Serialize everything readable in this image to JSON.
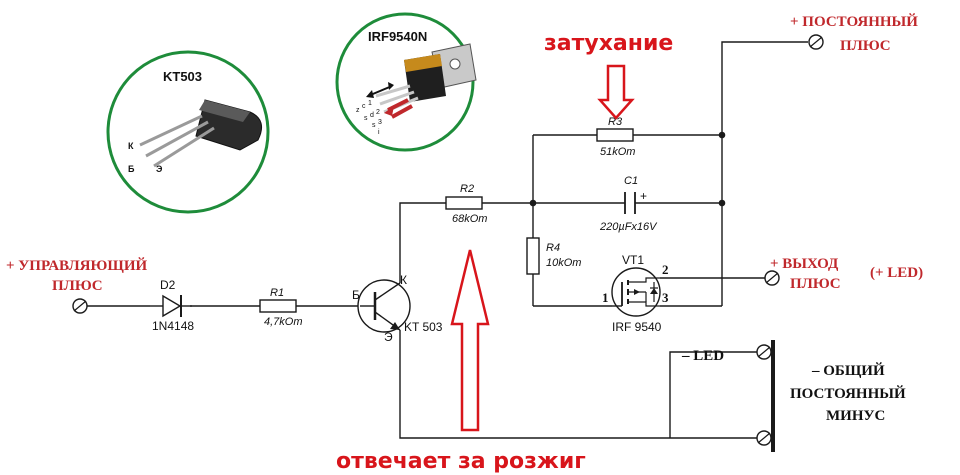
{
  "colors": {
    "wire": "#1a1a1a",
    "label_red": "#c0282c",
    "note_red": "#d8151b",
    "circle_green": "#1e8c3a",
    "arrow_fill": "#ffffff"
  },
  "packages": {
    "kt503": {
      "title": "KT503",
      "pin_k": "К",
      "pin_b": "Б",
      "pin_e": "Э"
    },
    "irf": {
      "title": "IRF9540N",
      "pins": [
        "z",
        "c",
        "1",
        "s",
        "d",
        "2",
        "s",
        "3",
        "i"
      ]
    }
  },
  "terminals": {
    "plus_const": {
      "line1": "+ ПОСТОЯННЫЙ",
      "line2": "ПЛЮС"
    },
    "control_plus": {
      "line1": "+ УПРАВЛЯЮЩИЙ",
      "line2": "ПЛЮС"
    },
    "output_plus": {
      "line1": "+ ВЫХОД",
      "line2": "ПЛЮС",
      "extra": "(+ LED)"
    },
    "led_minus": "– LED",
    "common_minus": {
      "line1": "– ОБЩИЙ",
      "line2": "ПОСТОЯННЫЙ",
      "line3": "МИНУС"
    }
  },
  "components": {
    "d2": {
      "ref": "D2",
      "part": "1N4148"
    },
    "r1": {
      "ref": "R1",
      "value": "4,7kOm"
    },
    "q": {
      "pin_b": "Б",
      "pin_k": "К",
      "pin_e": "Э",
      "part": "KT 503"
    },
    "r2": {
      "ref": "R2",
      "value": "68kOm"
    },
    "r3": {
      "ref": "R3",
      "value": "51kOm"
    },
    "r4": {
      "ref": "R4",
      "value": "10kOm"
    },
    "c1": {
      "ref": "C1",
      "value": "220µFx16V",
      "polarity": "+"
    },
    "vt1": {
      "ref": "VT1",
      "part": "IRF 9540",
      "pin1": "1",
      "pin2": "2",
      "pin3": "3"
    }
  },
  "annotations": {
    "fade": "затухание",
    "ignition": "отвечает за розжиг"
  }
}
